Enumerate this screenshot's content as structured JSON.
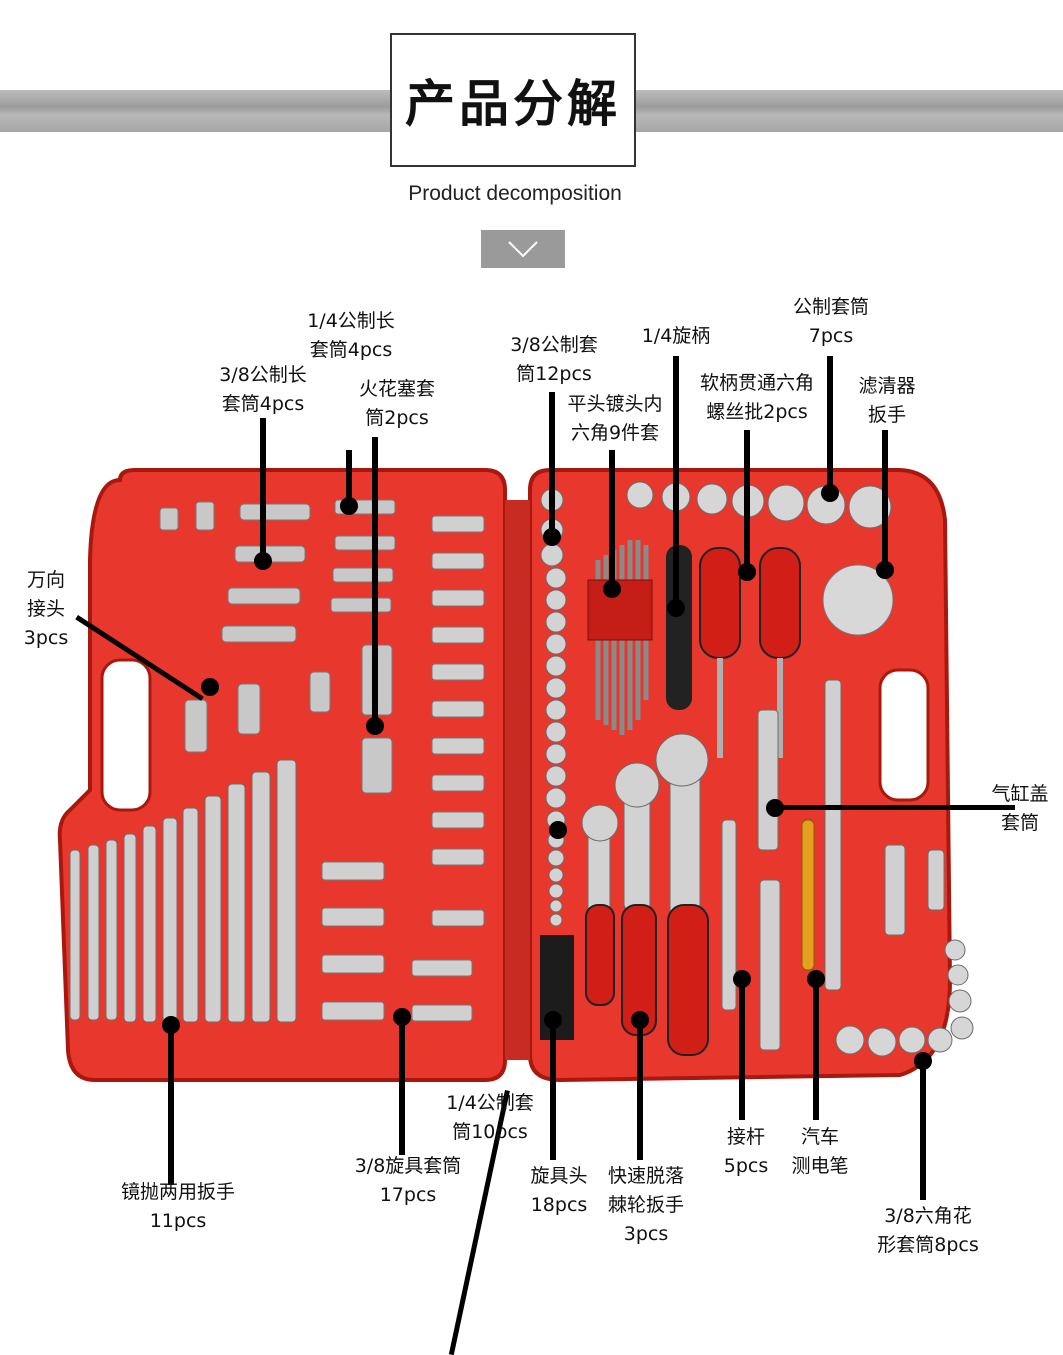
{
  "header": {
    "title": "产品分解",
    "subtitle": "Product decomposition"
  },
  "colors": {
    "case_red": "#e8372c",
    "case_dark": "#b51d15",
    "band_gray": "#a8a8a8",
    "chevron_box": "#9a9a9a"
  },
  "icons": {
    "chevron": "chevron-down-icon"
  },
  "labels": {
    "universal_joint": [
      "万向",
      "接头",
      "3pcs"
    ],
    "long_38": [
      "3/8公制长",
      "套筒4pcs"
    ],
    "long_14": [
      "1/4公制长",
      "套筒4pcs"
    ],
    "spark_plug": [
      "火花塞套",
      "筒2pcs"
    ],
    "metric_38": [
      "3/8公制套",
      "筒12pcs"
    ],
    "flat_hex": [
      "平头镀头内",
      "六角9件套"
    ],
    "handle_14": [
      "1/4旋柄"
    ],
    "screwdriver": [
      "软柄贯通六角",
      "螺丝批2pcs"
    ],
    "metric_7": [
      "公制套筒",
      "7pcs"
    ],
    "filter": [
      "滤清器",
      "扳手"
    ],
    "cylinder": [
      "气缸盖",
      "套筒"
    ],
    "metric_14": [
      "1/4公制套",
      "筒10pcs"
    ],
    "wrench": [
      "镜抛两用扳手",
      "11pcs"
    ],
    "socket_38": [
      "3/8旋具套筒",
      "17pcs"
    ],
    "bits": [
      "旋具头",
      "18pcs"
    ],
    "ratchet": [
      "快速脱落",
      "棘轮扳手",
      "3pcs"
    ],
    "extension": [
      "接杆",
      "5pcs"
    ],
    "tester": [
      "汽车",
      "测电笔"
    ],
    "torx": [
      "3/8六角花",
      "形套筒8pcs"
    ]
  }
}
